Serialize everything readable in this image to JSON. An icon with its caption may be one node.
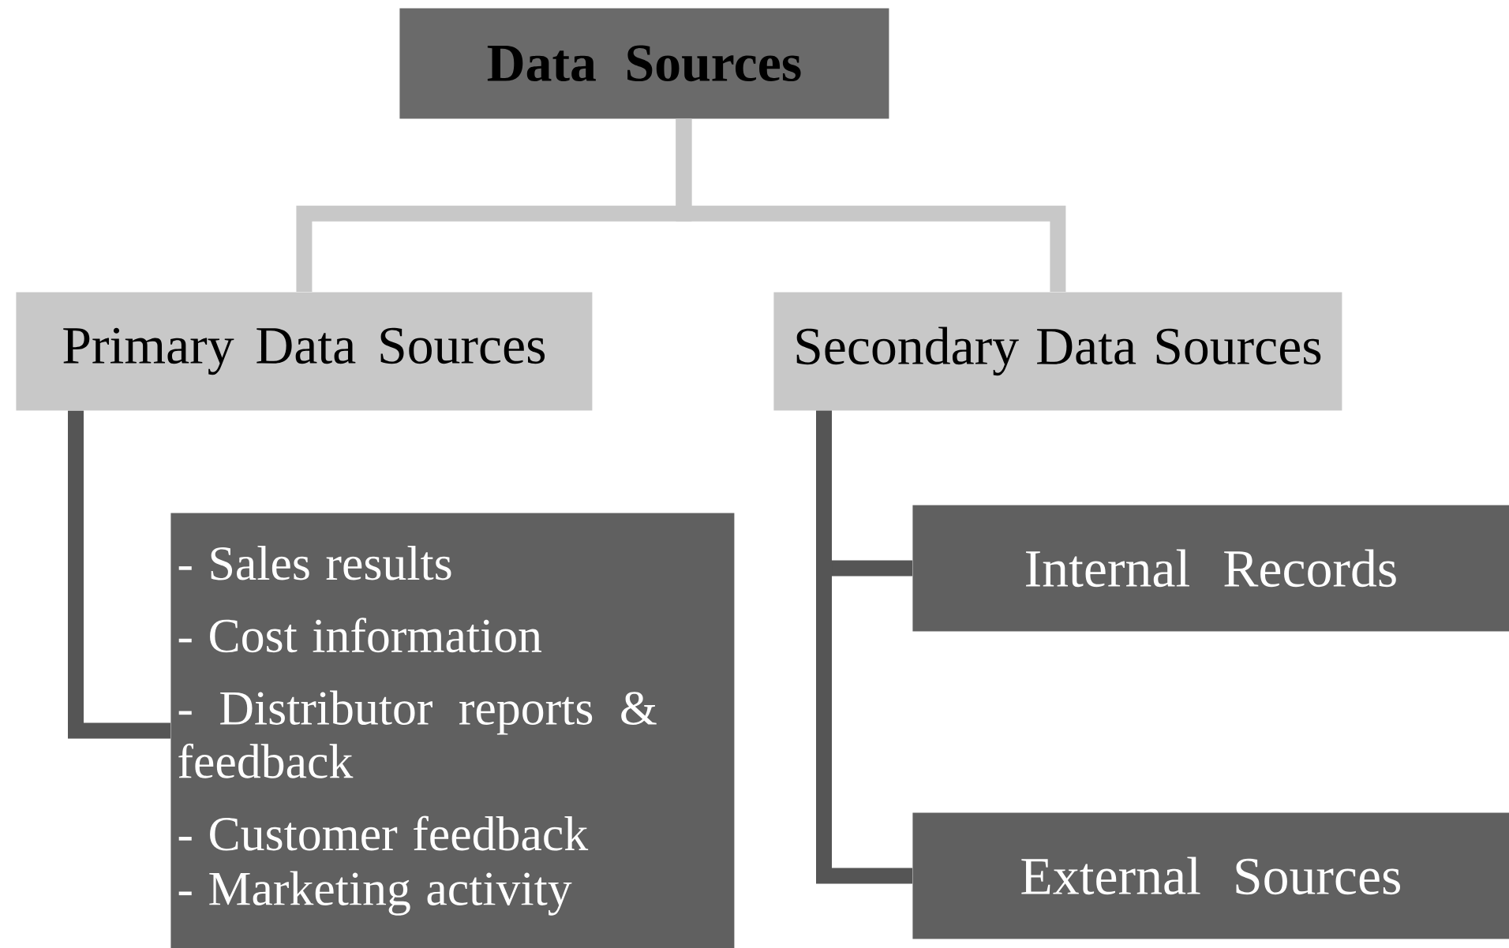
{
  "diagram": {
    "nodes": [
      {
        "text": [
          "Data Sources"
        ]
      },
      {
        "text": [
          "Primary Data Sources"
        ]
      },
      {
        "text": [
          "Secondary Data Sources"
        ]
      },
      {
        "text": [
          "- Sales results",
          "- Cost information",
          "- Distributor reports & feedback",
          "- Customer feedback",
          "- Marketing activity"
        ]
      },
      {
        "text": [
          "Internal Records"
        ]
      },
      {
        "text": [
          "External Sources"
        ]
      }
    ],
    "edges": [
      {
        "from": 0,
        "to": 1,
        "arrow": "none",
        "color": "#c8c8c8"
      },
      {
        "from": 0,
        "to": 2,
        "arrow": "none",
        "color": "#c8c8c8"
      },
      {
        "from": 1,
        "to": 3,
        "arrow": "none"
      },
      {
        "from": 2,
        "to": 4,
        "arrow": "none"
      },
      {
        "from": 2,
        "to": 5,
        "arrow": "none"
      }
    ]
  }
}
